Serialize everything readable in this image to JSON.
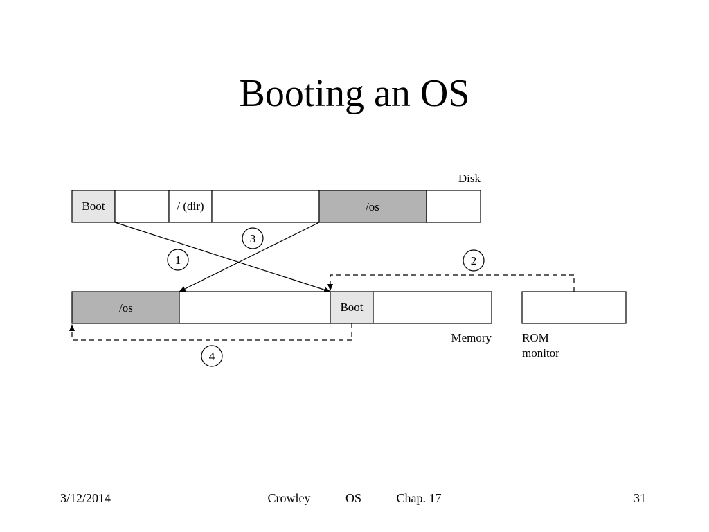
{
  "title": "Booting an OS",
  "colors": {
    "shaded": "#b3b3b3",
    "light": "#e6e6e6",
    "line": "#000000",
    "background": "#ffffff"
  },
  "diagram": {
    "disk": {
      "label": "Disk",
      "segments": [
        "Boot",
        "",
        "/ (dir)",
        "",
        "/os",
        ""
      ]
    },
    "memory": {
      "label": "Memory",
      "segments": [
        "/os",
        "",
        "Boot",
        ""
      ]
    },
    "rom": {
      "label_line1": "ROM",
      "label_line2": "monitor"
    },
    "steps": [
      "1",
      "2",
      "3",
      "4"
    ]
  },
  "footer": {
    "date": "3/12/2014",
    "author": "Crowley",
    "course": "OS",
    "chapter": "Chap. 17",
    "page": "31"
  }
}
